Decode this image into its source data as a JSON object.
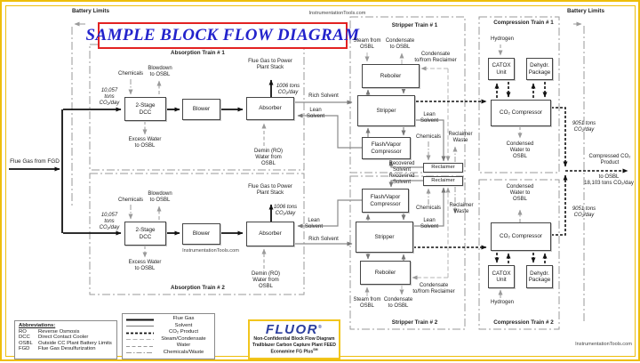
{
  "colors": {
    "frame_yellow": "#eebe0a",
    "title_blue": "#2323cc",
    "title_border_red": "#e32222",
    "fluor_blue": "#2b3e9e",
    "line_gray": "#8a8a8a",
    "dash_gray": "#999999"
  },
  "header": {
    "battery_limits_left": "Battery Limits",
    "battery_limits_right": "Battery Limits",
    "watermark": "InstrumentationTools.com",
    "title": "SAMPLE BLOCK FLOW DIAGRAM"
  },
  "source_label": "Flue Gas from FGD",
  "trains": {
    "absorption1": {
      "title": "Absorption Train # 1"
    },
    "absorption2": {
      "title": "Absorption Train # 2"
    },
    "stripper1": {
      "title": "Stripper Train # 1"
    },
    "stripper2": {
      "title": "Stripper Train # 2"
    },
    "compression1": {
      "title": "Compression Train # 1"
    },
    "compression2": {
      "title": "Compression Train # 2"
    }
  },
  "boxes": {
    "dcc": "2-Stage\nDCC",
    "blower": "Blower",
    "absorber": "Absorber",
    "reboiler": "Reboiler",
    "stripper": "Stripper",
    "fvc": "Flash/Vapor\nCompressor",
    "reclaimer": "Reclaimer",
    "catox": "CATOX\nUnit",
    "dehydr": "Dehydr.\nPackage",
    "co2_compressor": "CO₂ Compressor"
  },
  "streams": {
    "chemicals": "Chemicals",
    "blowdown": "Blowdown\nto OSBL",
    "dcc_rate": "10,057\ntons\nCO₂/day",
    "excess_water": "Excess Water\nto OSBL",
    "stack": "Flue Gas to Power\nPlant Stack",
    "stack_rate": "1006 tons\nCO₂/day",
    "demin": "Demin (RO)\nWater from\nOSBL",
    "rich_solvent": "Rich Solvent",
    "lean_solvent": "Lean\nSolvent",
    "steam_from_osbl": "Steam from\nOSBL",
    "condensate_to_osbl": "Condensate\nto OSBL",
    "condensate_reclaimer": "Condensate\nto/from Reclaimer",
    "recovered_solvent": "Recovered\nSolvent",
    "reclaimer_waste": "Reclaimer\nWaste",
    "hydrogen": "Hydrogen",
    "condensed_water": "Condensed\nWater to\nOSBL",
    "train_rate": "9051 tons\nCO₂/day",
    "compressed_product": "Compressed CO₂\nProduct",
    "product_dest": "to OSBL\n18,103 tons CO₂/day"
  },
  "abbreviations": {
    "title": "Abbreviations:",
    "items": [
      {
        "abbr": "RO",
        "meaning": "Reverse Osmosis"
      },
      {
        "abbr": "DCC",
        "meaning": "Direct Contact Cooler"
      },
      {
        "abbr": "OSBL",
        "meaning": "Outside CC Plant Battery Limits"
      },
      {
        "abbr": "FGD",
        "meaning": "Flue Gas Desulfurization"
      }
    ]
  },
  "legend": {
    "items": [
      {
        "label": "Flue Gas"
      },
      {
        "label": "Solvent"
      },
      {
        "label": "CO₂ Product"
      },
      {
        "label": "Steam/Condensate"
      },
      {
        "label": "Water"
      },
      {
        "label": "Chemicals/Waste"
      }
    ]
  },
  "logo": {
    "name": "FLUOR",
    "mark": "®",
    "tagline1": "Non-Confidential Block Flow Diagram",
    "tagline2": "Trailblazer Carbon Capture Plant FEED",
    "tagline3": "Econamine FG Plus",
    "tagline3_sup": "SM"
  }
}
